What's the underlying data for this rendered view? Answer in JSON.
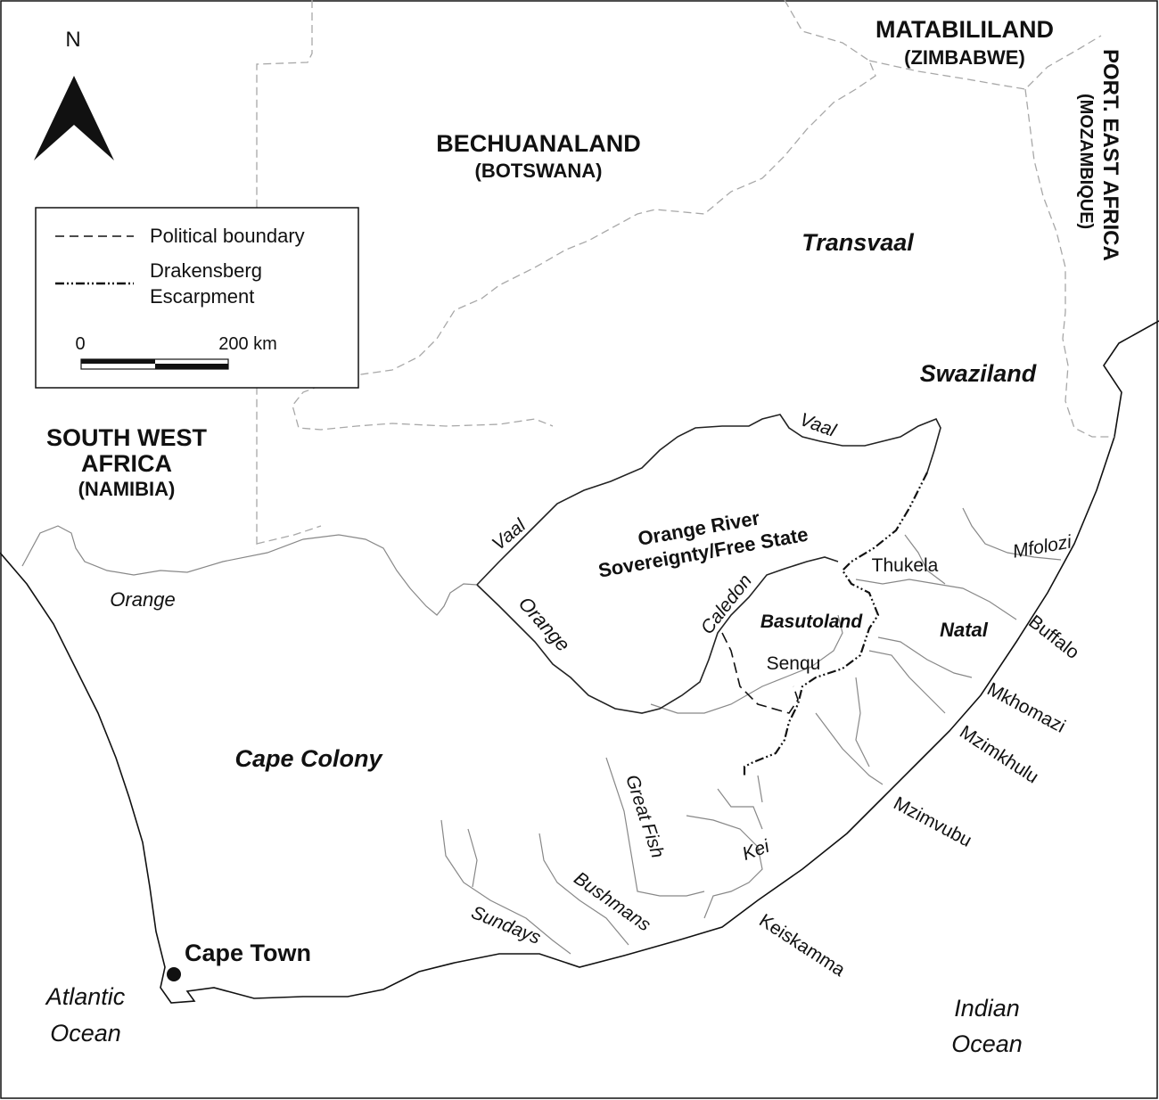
{
  "north_label": "N",
  "legend": {
    "political_boundary": "Political boundary",
    "escarpment_line1": "Drakensberg",
    "escarpment_line2": "Escarpment",
    "scale_start": "0",
    "scale_end": "200 km"
  },
  "regions": {
    "matabililand": "MATABILILAND",
    "matabililand_sub": "(ZIMBABWE)",
    "port_east_africa": "PORT. EAST AFRICA",
    "port_east_africa_sub": "(MOZAMBIQUE)",
    "bechuanaland": "BECHUANALAND",
    "bechuanaland_sub": "(BOTSWANA)",
    "transvaal": "Transvaal",
    "swaziland": "Swaziland",
    "south_west_africa_1": "SOUTH WEST",
    "south_west_africa_2": "AFRICA",
    "south_west_africa_sub": "(NAMIBIA)",
    "orange_free_state_1": "Orange River",
    "orange_free_state_2": "Sovereignty/Free State",
    "basutoland": "Basutoland",
    "natal": "Natal",
    "cape_colony": "Cape Colony"
  },
  "places": {
    "cape_town": "Cape Town"
  },
  "oceans": {
    "atlantic_1": "Atlantic",
    "atlantic_2": "Ocean",
    "indian_1": "Indian",
    "indian_2": "Ocean"
  },
  "rivers": {
    "vaal_north": "Vaal",
    "vaal_west": "Vaal",
    "orange_west": "Orange",
    "orange_central": "Orange",
    "caledon": "Caledon",
    "senqu": "Senqu",
    "thukela": "Thukela",
    "mfolozi": "Mfolozi",
    "buffalo": "Buffalo",
    "mkhomazi": "Mkhomazi",
    "mzimkhulu": "Mzimkhulu",
    "mzimvubu": "Mzimvubu",
    "great_fish_1": "Great",
    "great_fish_2": "Fish",
    "kei": "Kei",
    "bushmans": "Bushmans",
    "sundays": "Sundays",
    "keiskamma": "Keiskamma"
  }
}
